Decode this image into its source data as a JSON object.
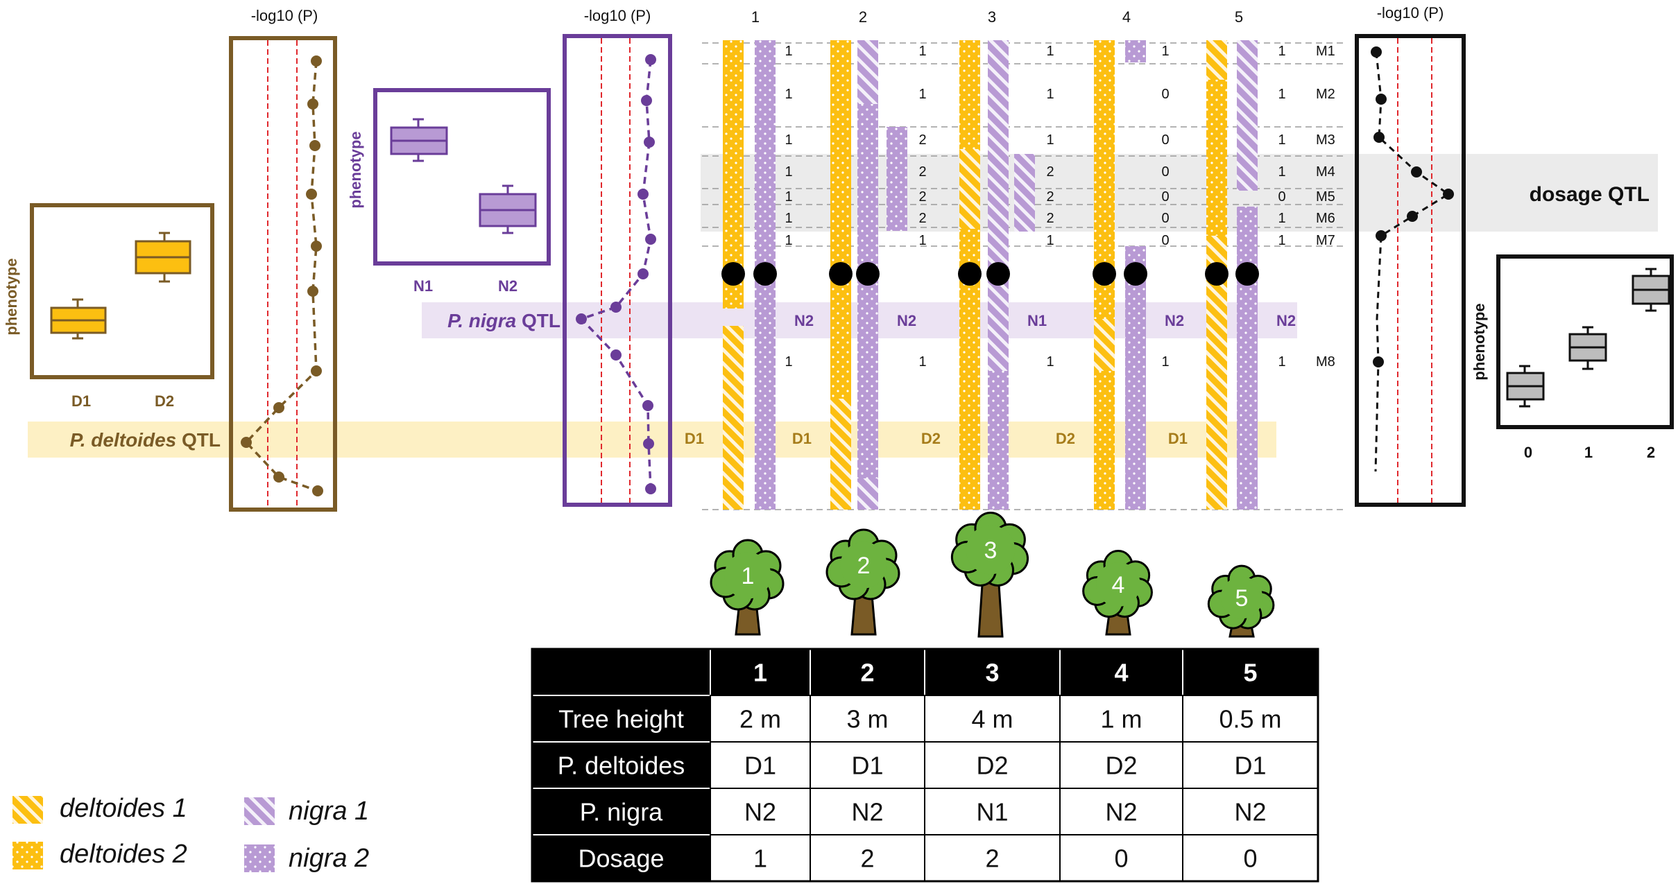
{
  "axis_label": "-log10 (P)",
  "phenotype_label": "phenotype",
  "column_headers": [
    "1",
    "2",
    "3",
    "4",
    "5"
  ],
  "markers": [
    "M1",
    "M2",
    "M3",
    "M4",
    "M5",
    "M6",
    "M7",
    "M8"
  ],
  "marker_values": [
    [
      "1",
      "1",
      "1",
      "1",
      "1"
    ],
    [
      "1",
      "1",
      "1",
      "0",
      "1"
    ],
    [
      "1",
      "2",
      "1",
      "0",
      "1"
    ],
    [
      "1",
      "2",
      "2",
      "0",
      "1"
    ],
    [
      "1",
      "2",
      "2",
      "0",
      "0"
    ],
    [
      "1",
      "2",
      "2",
      "0",
      "1"
    ],
    [
      "1",
      "1",
      "1",
      "0",
      "1"
    ],
    [
      "1",
      "1",
      "1",
      "1",
      "1"
    ]
  ],
  "nigra_calls": [
    "N2",
    "N2",
    "N1",
    "N2",
    "N2"
  ],
  "deltoides_calls": [
    "D1",
    "D1",
    "D2",
    "D2",
    "D1"
  ],
  "qtl_labels": {
    "deltoides_species": "P. deltoides",
    "nigra_species": "P. nigra",
    "qtl_suffix": "QTL",
    "dosage": "dosage QTL"
  },
  "deltoides_box": {
    "groups": [
      "D1",
      "D2"
    ]
  },
  "nigra_box": {
    "groups": [
      "N1",
      "N2"
    ]
  },
  "dosage_box": {
    "groups": [
      "0",
      "1",
      "2"
    ]
  },
  "trees": [
    "1",
    "2",
    "3",
    "4",
    "5"
  ],
  "table": {
    "header": [
      "",
      "1",
      "2",
      "3",
      "4",
      "5"
    ],
    "rows": [
      [
        "Tree height",
        "2 m",
        "3 m",
        "4 m",
        "1 m",
        "0.5 m"
      ],
      [
        "P. deltoides",
        "D1",
        "D1",
        "D2",
        "D2",
        "D1"
      ],
      [
        "P. nigra",
        "N2",
        "N2",
        "N1",
        "N2",
        "N2"
      ],
      [
        "Dosage",
        "1",
        "2",
        "2",
        "0",
        "0"
      ]
    ]
  },
  "legend": [
    {
      "label": "deltoides 1",
      "pattern": "hatch",
      "color": "#fcbf11"
    },
    {
      "label": "deltoides 2",
      "pattern": "dots",
      "color": "#fcbf11"
    },
    {
      "label": "nigra 1",
      "pattern": "hatch",
      "color": "#b89ad4"
    },
    {
      "label": "nigra 2",
      "pattern": "dots",
      "color": "#b89ad4"
    }
  ],
  "colors": {
    "deltoides": "#fcbf11",
    "nigra": "#b89ad4",
    "deltoides_frame": "#7a5b26",
    "nigra_frame": "#6a3d99",
    "threshold": "#e0282d",
    "tree_crown": "#6db33f",
    "tree_trunk": "#7a5b26"
  }
}
